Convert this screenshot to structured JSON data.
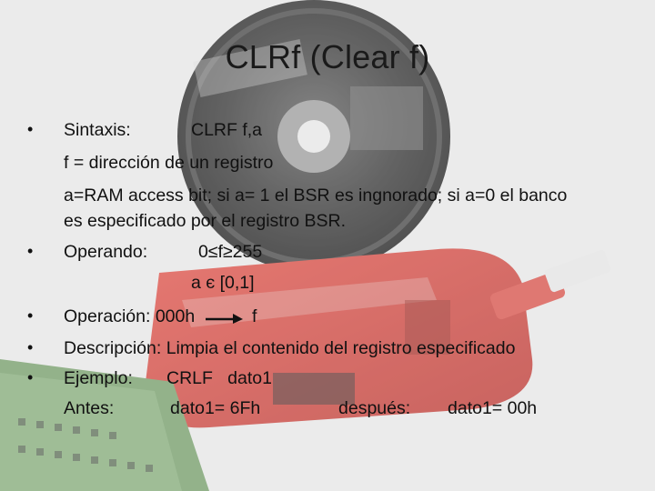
{
  "slide": {
    "title": "CLRf (Clear f)",
    "sintaxis_label": "Sintaxis:",
    "sintaxis_value": "CLRF f,a",
    "f_desc": "f = dirección de un registro",
    "a_desc_1": "a=RAM access bit; si a= 1  el BSR es ingnorado; si a=0 el banco",
    "a_desc_2": "es especificado por el registro BSR.",
    "operando_label": "Operando:",
    "operando_value_1": "0≤f≥255",
    "operando_value_2": "a є [0,1]",
    "operacion_label": "Operación:",
    "operacion_from": "000h",
    "operacion_to": "f",
    "descripcion": "Descripción: Limpia el contenido del registro especificado",
    "ejemplo_label": "Ejemplo:",
    "ejemplo_value": "CRLF   dato1",
    "antes_label": "Antes:",
    "antes_value": "dato1= 6Fh",
    "despues_label": "después:",
    "despues_value": "dato1= 00h"
  },
  "bullet_glyph": "•",
  "colors": {
    "background": "#e9e9e9",
    "board_red": "#d8423a",
    "pcb_green": "#6f9a63",
    "text": "#111111"
  }
}
